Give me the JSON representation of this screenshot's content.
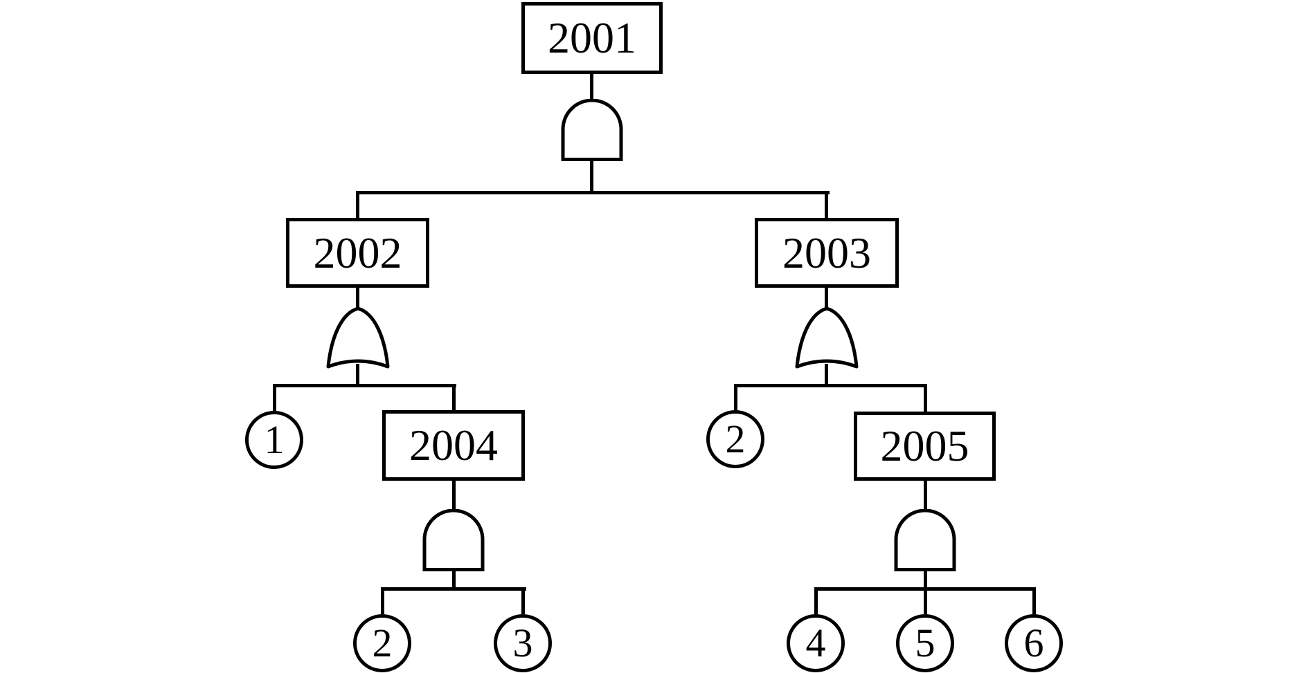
{
  "colors": {
    "stroke": "#000000",
    "background": "#ffffff"
  },
  "fault_tree": {
    "top_event": {
      "label": "2001",
      "gate": "AND"
    },
    "intermediate_events": {
      "n2002": {
        "label": "2002",
        "gate": "OR"
      },
      "n2003": {
        "label": "2003",
        "gate": "OR"
      },
      "n2004": {
        "label": "2004",
        "gate": "AND"
      },
      "n2005": {
        "label": "2005",
        "gate": "AND"
      }
    },
    "basic_events": {
      "left_or_child": {
        "label": "1"
      },
      "left_and_child_1": {
        "label": "2"
      },
      "left_and_child_2": {
        "label": "3"
      },
      "right_or_child": {
        "label": "2"
      },
      "right_and_child_1": {
        "label": "4"
      },
      "right_and_child_2": {
        "label": "5"
      },
      "right_and_child_3": {
        "label": "6"
      }
    },
    "relations": [
      "2001 = AND(2002, 2003)",
      "2002 = OR(1, 2004)",
      "2004 = AND(2, 3)",
      "2003 = OR(2, 2005)",
      "2005 = AND(4, 5, 6)"
    ]
  }
}
